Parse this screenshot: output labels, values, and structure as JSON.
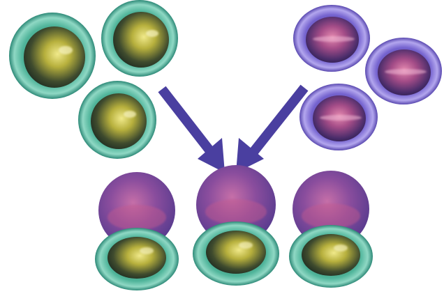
{
  "diagram": {
    "colors": {
      "background": "#ffffff",
      "green_cell_rim": "#3aa58f",
      "green_cell_core": "#c9c24a",
      "purple_cell_rim": "#6a58c4",
      "purple_cell_core": "#c45a8e",
      "arrow": "#4a3fa0"
    },
    "groups": [
      {
        "name": "green-cells",
        "count": 3
      },
      {
        "name": "purple-cells",
        "count": 3
      },
      {
        "name": "combined-pairs",
        "count": 3
      }
    ],
    "arrows": [
      {
        "from": "green-cells",
        "to": "combined-pairs"
      },
      {
        "from": "purple-cells",
        "to": "combined-pairs"
      }
    ]
  }
}
